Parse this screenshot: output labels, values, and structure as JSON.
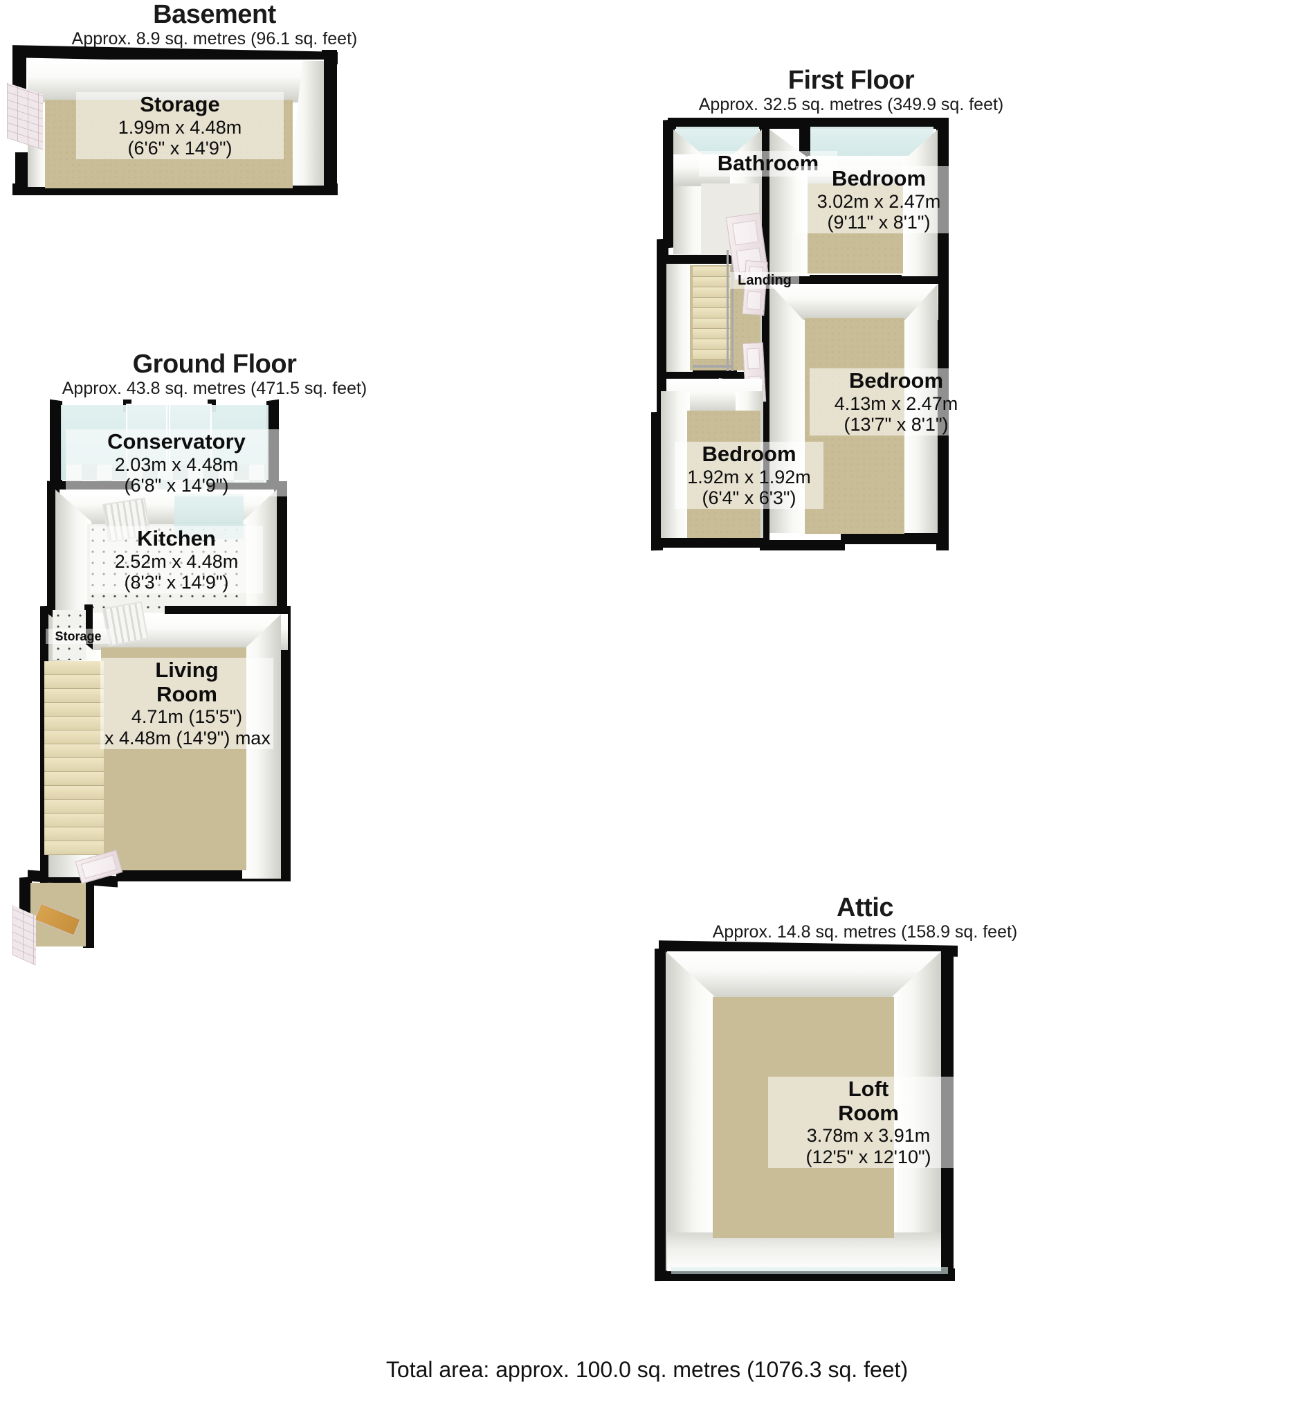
{
  "floors": [
    {
      "id": "basement",
      "title": "Basement",
      "subtitle": "Approx. 8.9 sq. metres (96.1 sq. feet)",
      "rooms": [
        {
          "id": "storage",
          "name": "Storage",
          "dim_metric": "1.99m x 4.48m",
          "dim_imperial": "(6'6\" x 14'9\")"
        }
      ]
    },
    {
      "id": "ground-floor",
      "title": "Ground Floor",
      "subtitle": "Approx. 43.8 sq. metres (471.5 sq. feet)",
      "rooms": [
        {
          "id": "conservatory",
          "name": "Conservatory",
          "dim_metric": "2.03m x 4.48m",
          "dim_imperial": "(6'8\" x 14'9\")"
        },
        {
          "id": "kitchen",
          "name": "Kitchen",
          "dim_metric": "2.52m x 4.48m",
          "dim_imperial": "(8'3\" x 14'9\")"
        },
        {
          "id": "understairs-storage",
          "name": "Storage",
          "dim_metric": "",
          "dim_imperial": ""
        },
        {
          "id": "living-room",
          "name_line1": "Living",
          "name_line2": "Room",
          "dim_metric": "4.71m (15'5\")",
          "dim_imperial": "x 4.48m (14'9\") max"
        }
      ]
    },
    {
      "id": "first-floor",
      "title": "First Floor",
      "subtitle": "Approx. 32.5 sq. metres (349.9 sq. feet)",
      "rooms": [
        {
          "id": "bathroom",
          "name": "Bathroom",
          "dim_metric": "",
          "dim_imperial": ""
        },
        {
          "id": "bedroom-1",
          "name": "Bedroom",
          "dim_metric": "3.02m x 2.47m",
          "dim_imperial": "(9'11\" x 8'1\")"
        },
        {
          "id": "landing",
          "name": "Landing",
          "dim_metric": "",
          "dim_imperial": ""
        },
        {
          "id": "bedroom-2",
          "name": "Bedroom",
          "dim_metric": "4.13m x 2.47m",
          "dim_imperial": "(13'7\" x 8'1\")"
        },
        {
          "id": "bedroom-3",
          "name": "Bedroom",
          "dim_metric": "1.92m x 1.92m",
          "dim_imperial": "(6'4\" x 6'3\")"
        }
      ]
    },
    {
      "id": "attic",
      "title": "Attic",
      "subtitle": "Approx. 14.8 sq. metres (158.9 sq. feet)",
      "rooms": [
        {
          "id": "loft-room",
          "name_line1": "Loft",
          "name_line2": "Room",
          "dim_metric": "3.78m x 3.91m",
          "dim_imperial": "(12'5\" x 12'10\")"
        }
      ]
    }
  ],
  "footer": {
    "total_area": "Total area: approx. 100.0 sq. metres (1076.3 sq. feet)"
  },
  "colors": {
    "wall": "#0b0b0b",
    "carpet": "#c9bd98",
    "tile": "#f2f2ee",
    "glass": "#dff0ef",
    "text": "#0d0d0d"
  }
}
